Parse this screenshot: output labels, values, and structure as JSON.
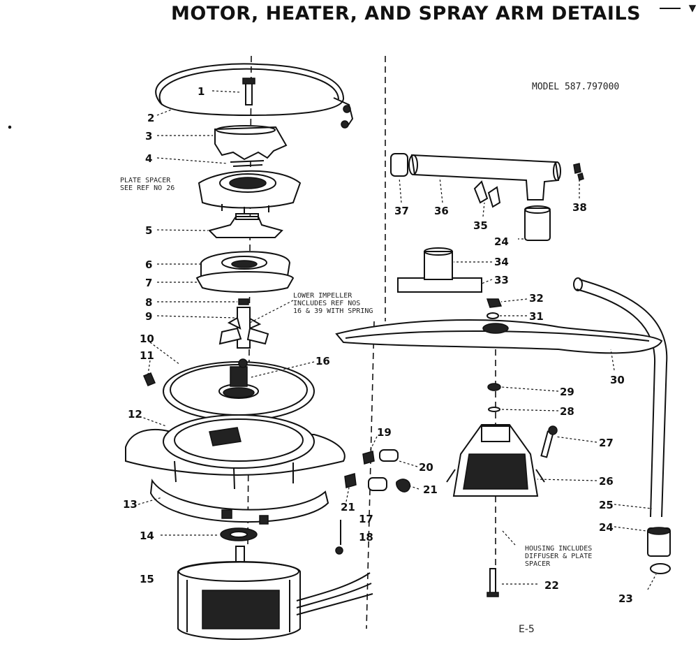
{
  "title": "MOTOR, HEATER, AND SPRAY ARM DETAILS",
  "model_label": "MODEL 587.797000",
  "page_code": "E-5",
  "notes": {
    "plate_spacer": [
      "PLATE SPACER",
      "SEE REF NO 26"
    ],
    "lower_impeller": [
      "LOWER IMPELLER",
      "INCLUDES REF NOS",
      "16 & 39 WITH SPRING"
    ],
    "housing": [
      "HOUSING INCLUDES",
      "DIFFUSER & PLATE",
      "SPACER"
    ]
  },
  "callouts": [
    "1",
    "2",
    "3",
    "4",
    "5",
    "6",
    "7",
    "8",
    "9",
    "10",
    "11",
    "12",
    "13",
    "14",
    "15",
    "16",
    "17",
    "18",
    "19",
    "20",
    "21",
    "21",
    "22",
    "23",
    "24",
    "24",
    "25",
    "26",
    "27",
    "28",
    "29",
    "30",
    "31",
    "32",
    "33",
    "34",
    "35",
    "36",
    "37",
    "38"
  ]
}
